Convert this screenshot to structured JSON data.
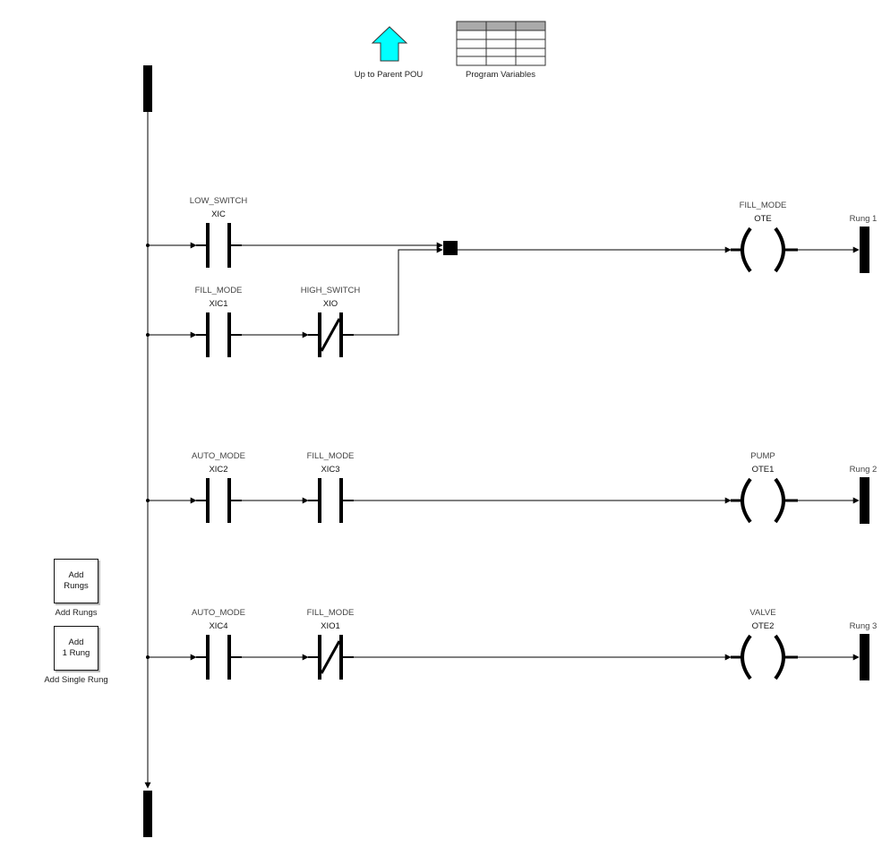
{
  "toolbar": {
    "up_to_parent_label": "Up to Parent POU",
    "program_variables_label": "Program Variables"
  },
  "buttons": {
    "add_rungs_text": "Add\nRungs",
    "add_rungs_caption": "Add Rungs",
    "add_single_text": "Add\n1 Rung",
    "add_single_caption": "Add Single Rung"
  },
  "rung1": {
    "label": "Rung 1",
    "c1_var": "LOW_SWITCH",
    "c1_type": "XIC",
    "c2_var": "FILL_MODE",
    "c2_type": "XIC1",
    "c3_var": "HIGH_SWITCH",
    "c3_type": "XIO",
    "coil_var": "FILL_MODE",
    "coil_type": "OTE"
  },
  "rung2": {
    "label": "Rung 2",
    "c1_var": "AUTO_MODE",
    "c1_type": "XIC2",
    "c2_var": "FILL_MODE",
    "c2_type": "XIC3",
    "coil_var": "PUMP",
    "coil_type": "OTE1"
  },
  "rung3": {
    "label": "Rung 3",
    "c1_var": "AUTO_MODE",
    "c1_type": "XIC4",
    "c2_var": "FILL_MODE",
    "c2_type": "XIO1",
    "coil_var": "VALVE",
    "coil_type": "OTE2"
  },
  "colors": {
    "wire": "#000000",
    "arrow_icon": "#00ffff",
    "table_header": "#aaaaaa"
  }
}
